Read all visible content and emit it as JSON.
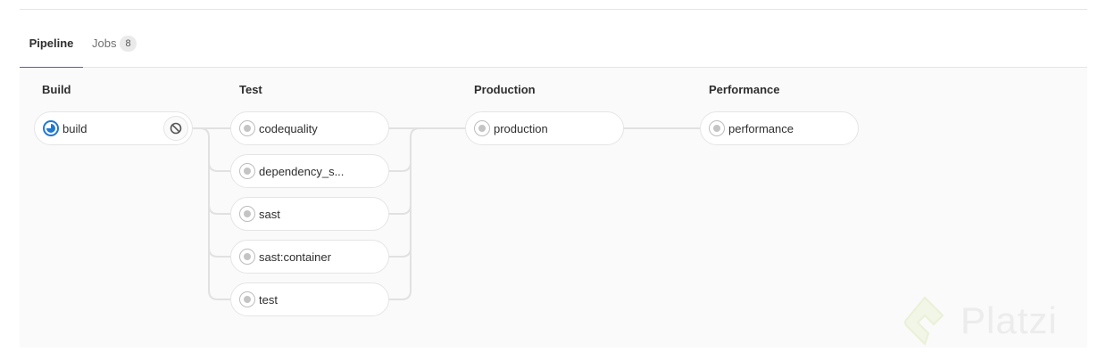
{
  "tabs": [
    {
      "label": "Pipeline",
      "active": true
    },
    {
      "label": "Jobs",
      "count": "8",
      "active": false
    }
  ],
  "stages": [
    {
      "title": "Build",
      "jobs": [
        {
          "name": "build",
          "status": "running",
          "action_icon": "cancel-icon"
        }
      ]
    },
    {
      "title": "Test",
      "jobs": [
        {
          "name": "codequality",
          "status": "created"
        },
        {
          "name": "dependency_s...",
          "status": "created"
        },
        {
          "name": "sast",
          "status": "created"
        },
        {
          "name": "sast:container",
          "status": "created"
        },
        {
          "name": "test",
          "status": "created"
        }
      ]
    },
    {
      "title": "Production",
      "jobs": [
        {
          "name": "production",
          "status": "created"
        }
      ]
    },
    {
      "title": "Performance",
      "jobs": [
        {
          "name": "performance",
          "status": "created"
        }
      ]
    }
  ],
  "colors": {
    "accent": "#6b4fbb",
    "running": "#1f78d1",
    "created": "#c4c4c4"
  },
  "watermark": {
    "text": "Platzi"
  }
}
